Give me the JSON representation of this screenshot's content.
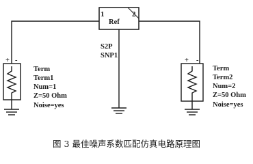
{
  "diagram": {
    "block": {
      "title": "Ref",
      "port_left": "1",
      "port_right": "2",
      "type_line1": "S2P",
      "type_line2": "SNP1"
    },
    "term1": {
      "plus": "+",
      "minus": "-",
      "lines": [
        "Term",
        "Term1",
        "Num=1",
        "Z=50 Ohm",
        "Noise=yes"
      ]
    },
    "term2": {
      "plus": "+",
      "minus": "-",
      "lines": [
        "Term",
        "Term2",
        "Num=2",
        "Z=50 Ohm",
        "Noise=yes"
      ]
    },
    "caption": "图 3 最佳噪声系数匹配仿真电路原理图"
  }
}
